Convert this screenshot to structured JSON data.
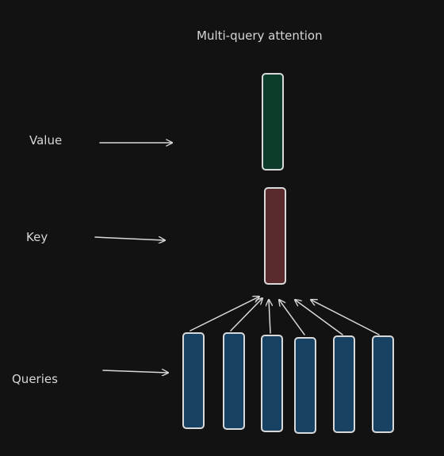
{
  "diagram": {
    "title": "Multi-query attention",
    "labels": {
      "value": "Value",
      "key": "Key",
      "queries": "Queries"
    },
    "colors": {
      "background": "#121212",
      "value_fill": "#0b3d2a",
      "key_fill": "#5a2a2c",
      "query_fill": "#174264",
      "stroke": "#d9d9d9",
      "text": "#d6d6d6"
    },
    "query_count": 6
  }
}
